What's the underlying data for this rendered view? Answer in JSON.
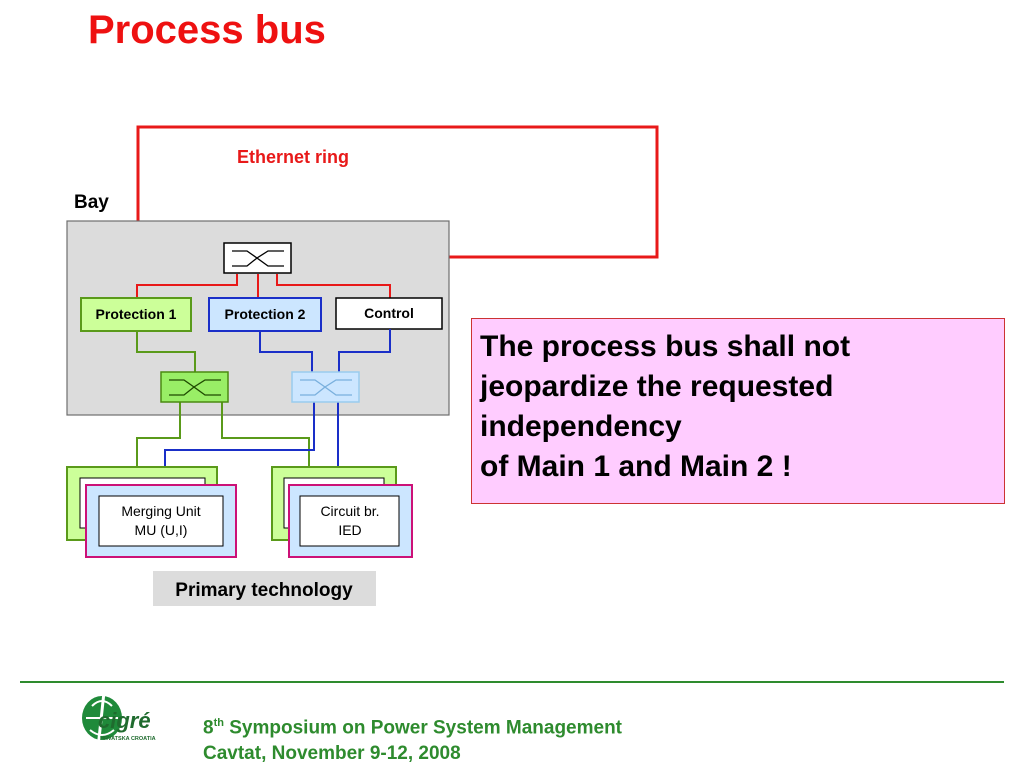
{
  "slide": {
    "title": "Process bus"
  },
  "diagram": {
    "ethernet_ring_label": "Ethernet ring",
    "bay_label": "Bay",
    "protection1_label": "Protection 1",
    "protection2_label": "Protection 2",
    "control_label": "Control",
    "merging_unit_line1": "Merging Unit",
    "merging_unit_line2": "MU (U,I)",
    "circuit_breaker_line1": "Circuit br.",
    "circuit_breaker_line2": "IED",
    "primary_technology_label": "Primary technology"
  },
  "note": {
    "line1": "The process bus shall not",
    "line2": "jeopardize the requested",
    "line3": "independency",
    "line4": "of Main 1 and Main 2 !"
  },
  "footer": {
    "edition": "8",
    "edition_suffix": "th",
    "event": " Symposium on Power System Management",
    "location_date": "Cavtat, November 9-12, 2008",
    "logo_text": "cigré",
    "logo_subtext": "HRVATSKA CROATIA"
  },
  "colors": {
    "title_red": "#ee1111",
    "ring_red": "#e81919",
    "main1_green": "#5a9a1a",
    "main2_blue": "#1a2fc8",
    "footer_green": "#2e8b2e"
  }
}
